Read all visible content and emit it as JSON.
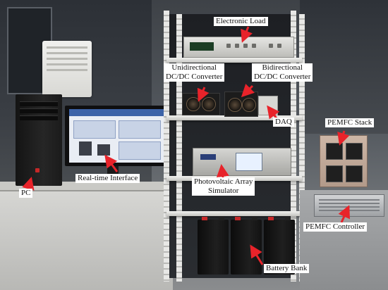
{
  "colors": {
    "arrow": "#e8232a",
    "label_bg": "#ffffff",
    "label_text": "#111111"
  },
  "labels": {
    "electronic_load": "Electronic Load",
    "unidirectional_dcdc": "Unidirectional\nDC/DC Converter",
    "bidirectional_dcdc": "Bidirectional\nDC/DC Converter",
    "daq": "DAQ",
    "pemfc_stack": "PEMFC Stack",
    "pc": "PC",
    "realtime_interface": "Real-time Interface",
    "pv_array_simulator": "Photovoltaic Array\nSimulator",
    "pemfc_controller": "PEMFC Controller",
    "battery_bank": "Battery Bank"
  }
}
